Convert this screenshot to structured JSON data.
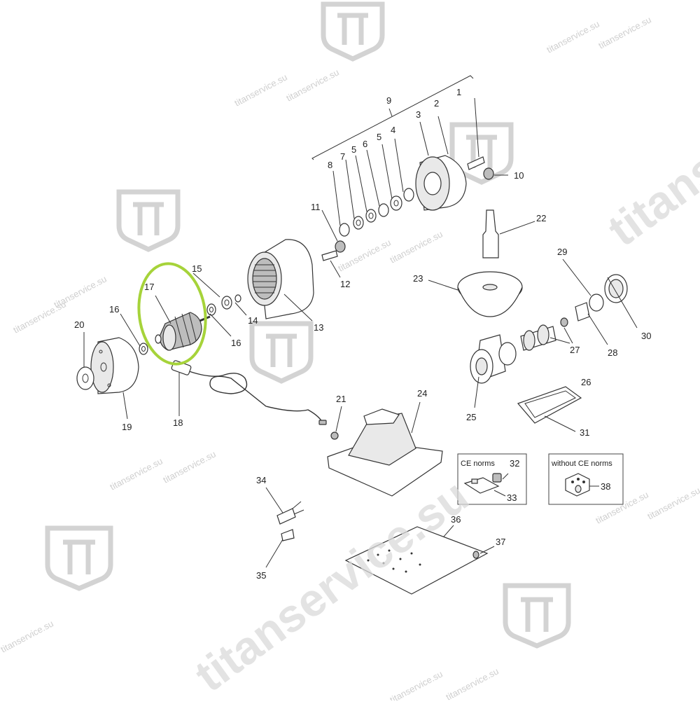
{
  "title": "",
  "watermark": {
    "domain_large": "titanservice.su",
    "domain_small": "titanservice.su",
    "logo": "titan-shield-logo"
  },
  "callouts": [
    "1",
    "2",
    "3",
    "4",
    "5",
    "5",
    "6",
    "7",
    "8",
    "9",
    "10",
    "11",
    "12",
    "13",
    "14",
    "15",
    "16",
    "16",
    "17",
    "18",
    "19",
    "20",
    "21",
    "22",
    "23",
    "24",
    "25",
    "26",
    "27",
    "28",
    "29",
    "30",
    "31",
    "32",
    "33",
    "34",
    "35",
    "36",
    "37",
    "38"
  ],
  "ce_box": {
    "title": "CE norms",
    "part_a": "32",
    "part_b": "33"
  },
  "non_ce_box": {
    "title": "without CE norms",
    "part": "38"
  },
  "highlight": {
    "part": "17",
    "color": "#a6d33a"
  },
  "colors": {
    "ink": "#333333",
    "watermark": "#d3d3d3",
    "highlight": "#a6d33a"
  }
}
